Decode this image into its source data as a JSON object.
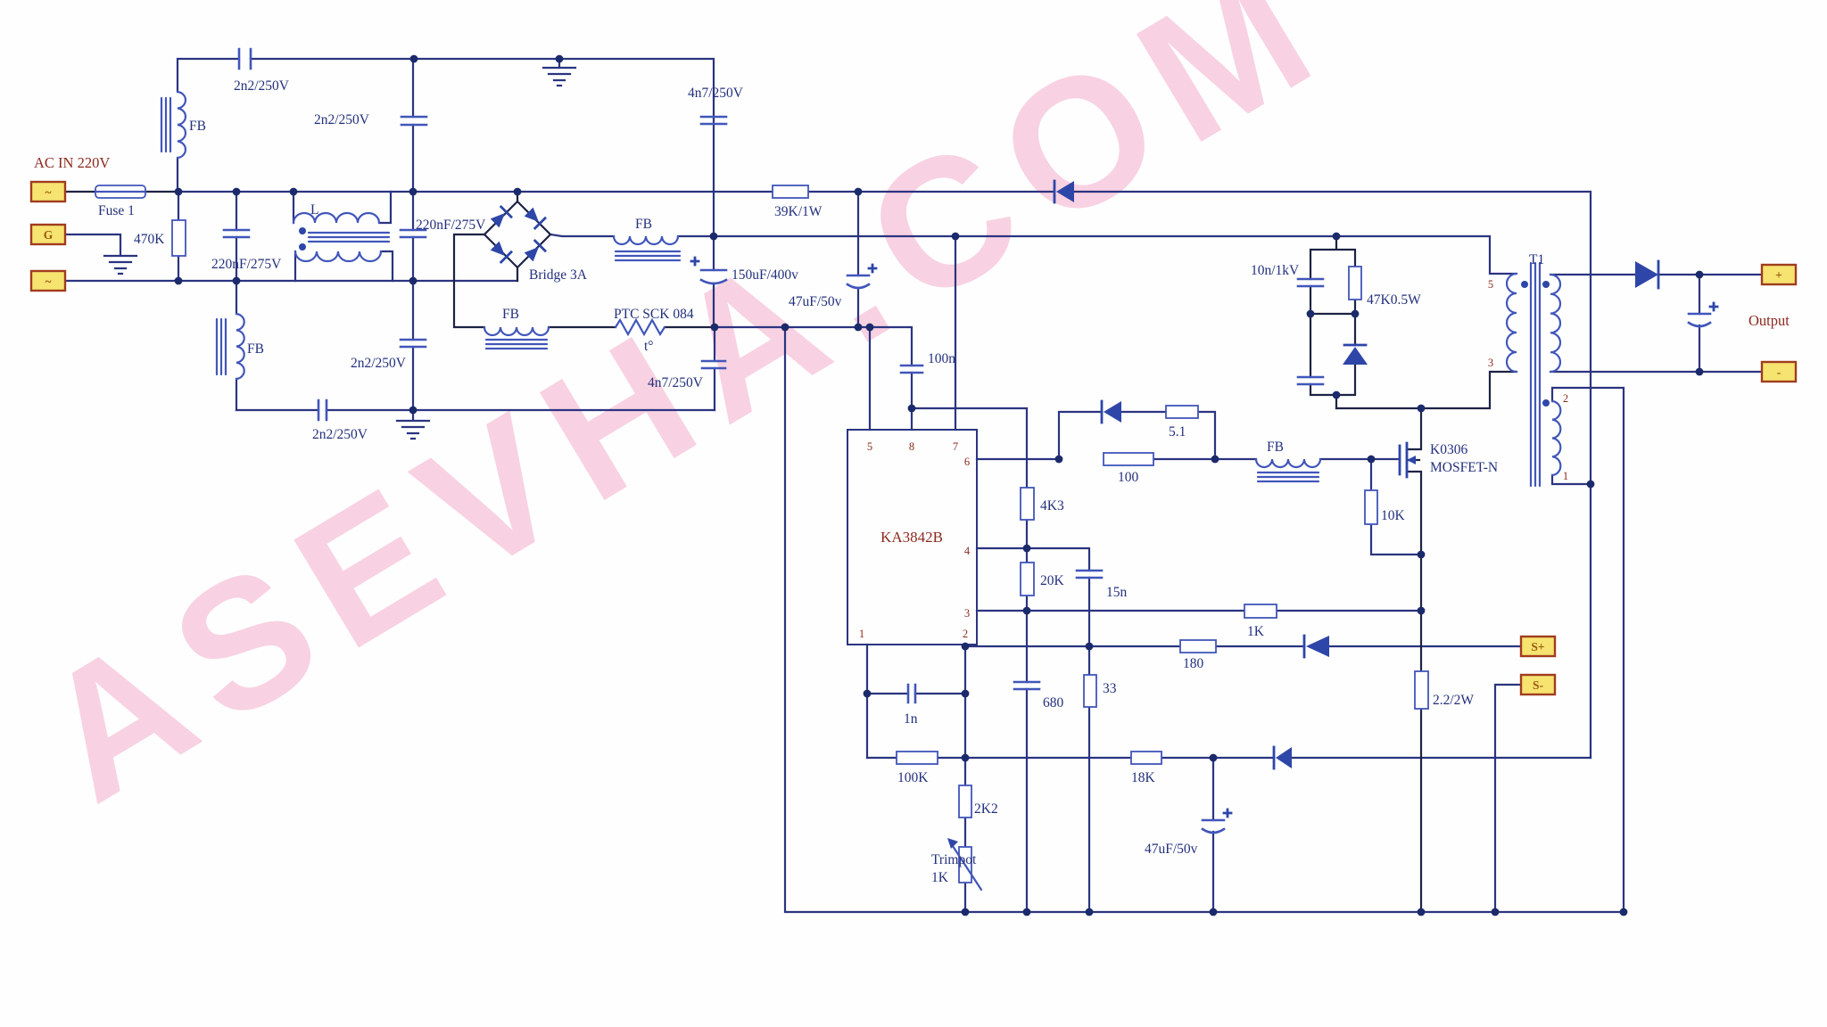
{
  "watermark": {
    "text": "ASEVHA.COM",
    "color": "#f8d2e2"
  },
  "colors": {
    "wire": "#2b3480",
    "component": "#4156ba",
    "diode_fill": "#2e46a8",
    "label": "#23307c",
    "accent_red": "#8b2a1e",
    "terminal_fill": "#f6e370",
    "terminal_border": "#a03c1e",
    "terminal_text": "#9a5a10"
  },
  "input": {
    "title": "AC IN 220V",
    "fuse": "Fuse 1",
    "terminals": {
      "live": "~",
      "ground": "G",
      "neutral": "~"
    }
  },
  "emi": {
    "r470k": "470K",
    "fb": "FB",
    "choke": "L",
    "c220nf": "220nF/275V",
    "c2n2": "2n2/250V",
    "c4n7": "4n7/250V"
  },
  "rectifier": {
    "bridge": "Bridge 3A",
    "ptc": "PTC SCK 084",
    "ptc_temp": "t°",
    "bulk_cap": "150uF/400v"
  },
  "vcc": {
    "r39k": "39K/1W",
    "c47uf": "47uF/50v"
  },
  "ic": {
    "name": "KA3842B",
    "c100n": "100n",
    "pins": {
      "p1": "1",
      "p2": "2",
      "p3": "3",
      "p4": "4",
      "p5": "5",
      "p6": "6",
      "p7": "7",
      "p8": "8"
    }
  },
  "timing": {
    "r4k3": "4K3",
    "r20k": "20K",
    "c15n": "15n",
    "c680": "680",
    "r33": "33"
  },
  "feedback": {
    "r180": "180",
    "r1k": "1K",
    "r18k": "18K",
    "r100k": "100K",
    "c1n": "1n",
    "r2k2": "2K2",
    "trimpot": "Trimpot",
    "trimpot_val": "1K",
    "c47uf": "47uF/50v"
  },
  "gate": {
    "r100": "100",
    "r5_1": "5.1",
    "r10k": "10K",
    "rsense": "2.2/2W",
    "mosfet_part": "K0306",
    "mosfet_type": "MOSFET-N"
  },
  "snubber": {
    "c10n": "10n/1kV",
    "r47k": "47K0.5W"
  },
  "transformer": {
    "name": "T1",
    "pin5": "5",
    "pin3": "3",
    "pin2": "2",
    "pin1": "1"
  },
  "output": {
    "label": "Output",
    "plus": "+",
    "minus": "-",
    "sense_plus": "S+",
    "sense_minus": "S-"
  }
}
